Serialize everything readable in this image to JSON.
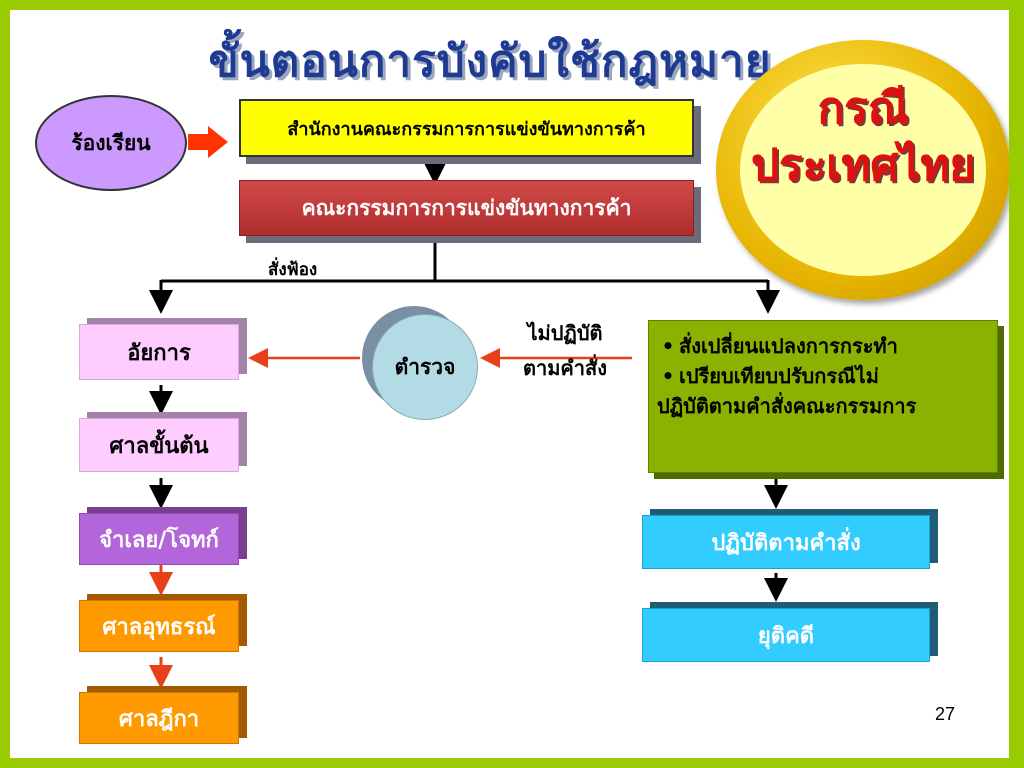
{
  "title": "ขั้นตอนการบังคับใช้กฎหมาย",
  "badge": {
    "line1": "กรณี",
    "line2": "ประเทศไทย"
  },
  "complaint": "ร้องเรียน",
  "office": "สำนักงานคณะกรรมการการแข่งขันทางการค้า",
  "committee": "คณะกรรมการการแข่งขันทางการค้า",
  "prosecute_label": "สั่งฟ้อง",
  "police": "ตำรวจ",
  "not_comply": {
    "line1": "ไม่ปฏิบัติ",
    "line2": "ตามคำสั่ง"
  },
  "left_chain": [
    "อัยการ",
    "ศาลขั้นต้น",
    "จำเลย/โจทก์",
    "ศาลอุทธรณ์",
    "ศาลฎีกา"
  ],
  "orders": {
    "bullet1": "สั่งเปลี่ยนแปลงการกระทำ",
    "bullet2": "เปรียบเทียบปรับกรณีไม่",
    "bullet2_cont": "ปฏิบัติตามคำสั่งคณะกรรมการ"
  },
  "right_chain": [
    "ปฏิบัติตามคำสั่ง",
    "ยุติคดี"
  ],
  "bullet_symbol": "•",
  "page_number": "27",
  "colors": {
    "frame": "#99cc00",
    "title": "#1f3a93",
    "badge_text": "#e01010",
    "office_fill": "#ffff00",
    "committee_fill": "#b02c2c",
    "arrow_red": "#e8401a"
  }
}
